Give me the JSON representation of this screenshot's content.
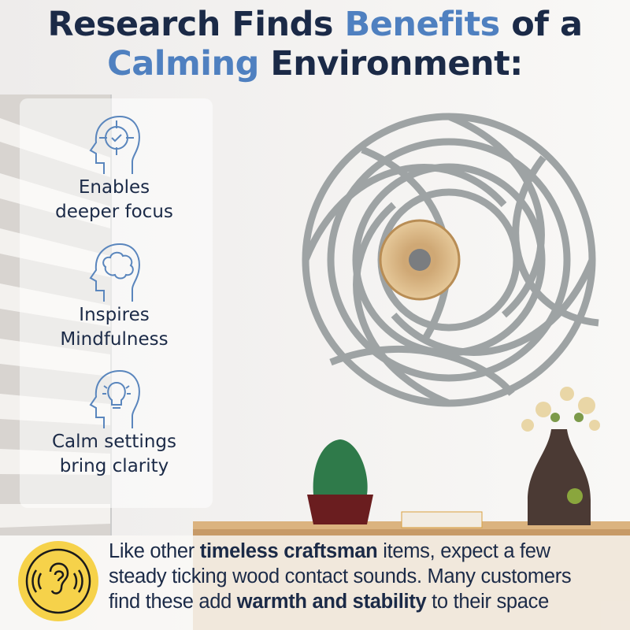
{
  "title": {
    "line1_a": "Research Finds ",
    "line1_b": "Benefits",
    "line1_c": " of a",
    "line2_a": "Calming",
    "line2_b": " Environment:"
  },
  "features": [
    {
      "icon": "head-focus-target-icon",
      "line1": "Enables",
      "line2": "deeper focus"
    },
    {
      "icon": "head-brain-icon",
      "line1": "Inspires",
      "line2": "Mindfulness"
    },
    {
      "icon": "head-lightbulb-icon",
      "line1": "Calm settings",
      "line2": "bring clarity"
    }
  ],
  "banner": {
    "icon": "ear-sound-icon",
    "l1_a": "Like other ",
    "l1_b": "timeless craftsman",
    "l1_c": " items, expect a few",
    "l2": "steady ticking wood contact sounds.  Many customers",
    "l3_a": "find these add ",
    "l3_b": "warmth and stability",
    "l3_c": " to their space"
  },
  "colors": {
    "navy": "#1b2a47",
    "accent": "#4f80c0",
    "icon_yellow": "#f6d24a"
  }
}
